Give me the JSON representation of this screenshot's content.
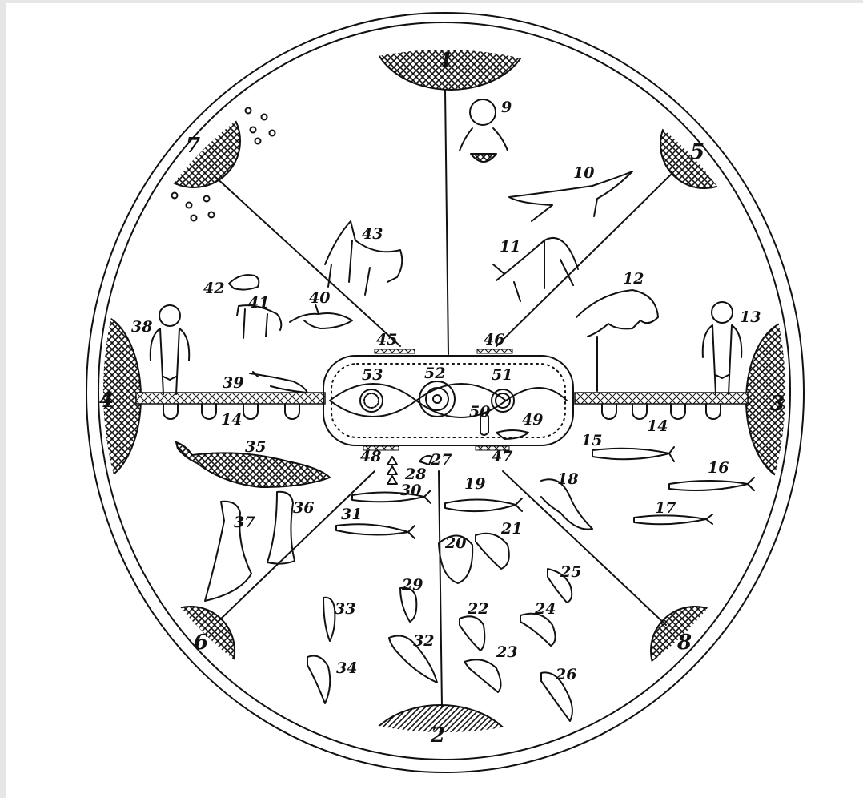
{
  "diagram": {
    "poles": {
      "p1": "1",
      "p2": "2",
      "p3": "3",
      "p4": "4",
      "p5": "5",
      "p6": "6",
      "p7": "7",
      "p8": "8"
    },
    "labels": {
      "n9": "9",
      "n10": "10",
      "n11": "11",
      "n12": "12",
      "n13": "13",
      "n14a": "14",
      "n14b": "14",
      "n15": "15",
      "n16": "16",
      "n17": "17",
      "n18": "18",
      "n19": "19",
      "n20": "20",
      "n21": "21",
      "n22": "22",
      "n23": "23",
      "n24": "24",
      "n25": "25",
      "n26": "26",
      "n27": "27",
      "n28": "28",
      "n29": "29",
      "n30": "30",
      "n31": "31",
      "n32": "32",
      "n33": "33",
      "n34": "34",
      "n35": "35",
      "n36": "36",
      "n37": "37",
      "n38": "38",
      "n39": "39",
      "n40": "40",
      "n41": "41",
      "n42": "42",
      "n43": "43",
      "n45": "45",
      "n46": "46",
      "n47": "47",
      "n48": "48",
      "n49": "49",
      "n50": "50",
      "n51": "51",
      "n52": "52",
      "n53": "53"
    }
  }
}
